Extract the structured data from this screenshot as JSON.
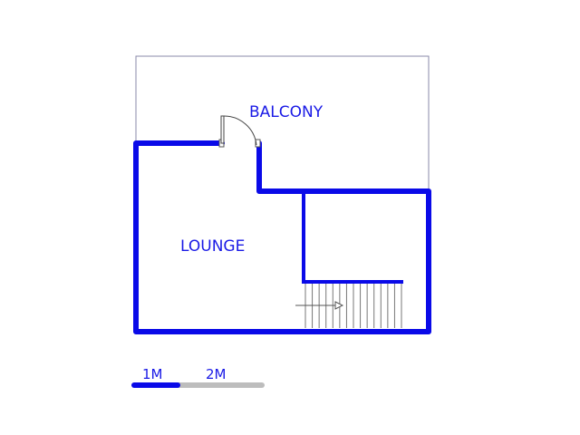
{
  "colors": {
    "wall": "#0a0ae8",
    "label": "#1a1ae6",
    "thin_line": "#8a8aa8",
    "stair_line": "#777777",
    "scale_secondary": "#bdbdbd"
  },
  "rooms": {
    "balcony": {
      "label": "BALCONY"
    },
    "lounge": {
      "label": "LOUNGE"
    }
  },
  "scale_bar": {
    "first": "1M",
    "second": "2M"
  }
}
